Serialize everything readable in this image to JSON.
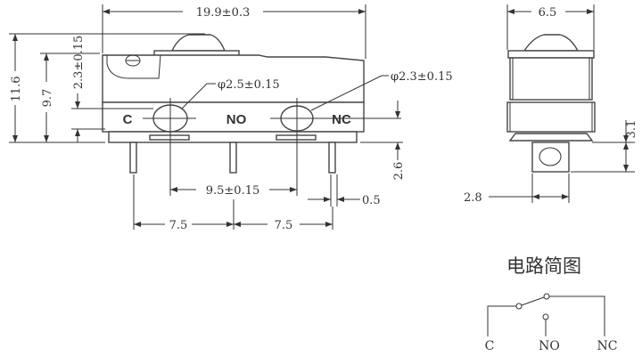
{
  "front_view": {
    "width_dim": "19.9±0.3",
    "height_total": "11.6",
    "height_body": "9.7",
    "hole_offset": "2.3±0.15",
    "hole_c_dia": "φ2.5±0.15",
    "hole_nc_dia": "φ2.3±0.15",
    "pin_length": "2.6",
    "hole_spacing": "9.5±0.15",
    "pin_thickness": "0.5",
    "pin_pitch_left": "7.5",
    "pin_pitch_right": "7.5",
    "terminal_labels": [
      "C",
      "NO",
      "NC"
    ]
  },
  "side_view": {
    "width_dim": "6.5",
    "tab_height": "3.1",
    "tab_width": "2.8"
  },
  "schematic": {
    "title": "电路简图",
    "labels": [
      "C",
      "NO",
      "NC"
    ]
  }
}
